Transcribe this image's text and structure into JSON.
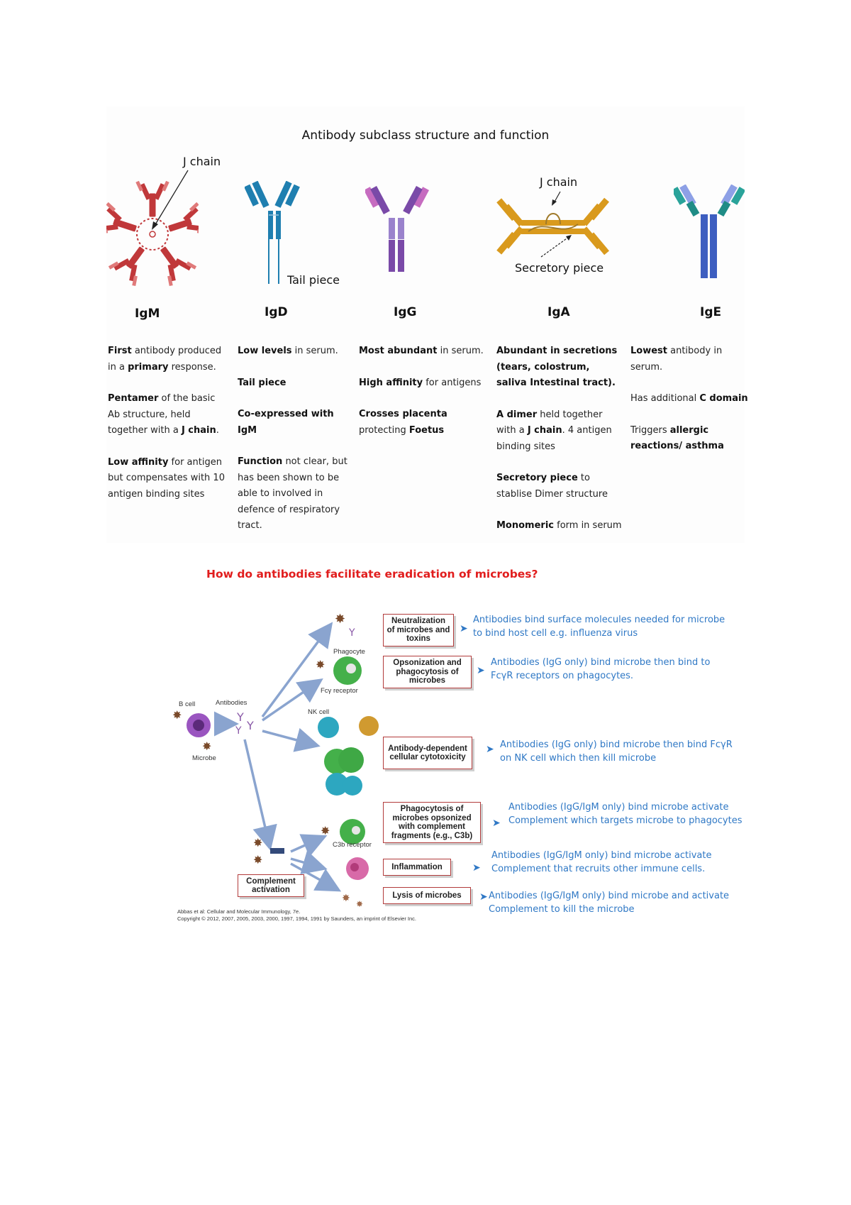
{
  "top": {
    "title": "Antibody subclass structure and function",
    "j_chain_label_igm": "J chain",
    "tail_piece_label": "Tail piece",
    "j_chain_label_iga": "J chain",
    "secretory_piece_label": "Secretory piece",
    "subclasses": [
      {
        "name": "IgM",
        "color": "#c0383a"
      },
      {
        "name": "IgD",
        "color": "#1f7fb0"
      },
      {
        "name": "IgG",
        "color": "#7a4aa8"
      },
      {
        "name": "IgA",
        "color": "#d99a1d"
      },
      {
        "name": "IgE",
        "color": "#3d5ec0"
      }
    ],
    "columns": [
      {
        "name": "igm",
        "paras": [
          [
            {
              "t": "First",
              "b": true
            },
            {
              "t": " antibody produced in a "
            },
            {
              "t": "primary",
              "b": true
            },
            {
              "t": " response."
            }
          ],
          [
            {
              "t": "Pentamer",
              "b": true
            },
            {
              "t": " of the basic Ab structure, held together with a "
            },
            {
              "t": "J chain",
              "b": true
            },
            {
              "t": "."
            }
          ],
          [
            {
              "t": "Low affinity",
              "b": true
            },
            {
              "t": " for antigen but compensates with 10 antigen binding sites"
            }
          ]
        ]
      },
      {
        "name": "igd",
        "paras": [
          [
            {
              "t": "Low levels",
              "b": true
            },
            {
              "t": " in serum."
            }
          ],
          [
            {
              "t": "Tail piece",
              "b": true
            }
          ],
          [
            {
              "t": "Co-expressed with IgM",
              "b": true
            }
          ],
          [
            {
              "t": "Function",
              "b": true
            },
            {
              "t": " not clear, but has been shown to be able to involved in defence of respiratory tract."
            }
          ]
        ]
      },
      {
        "name": "igg",
        "paras": [
          [
            {
              "t": "Most abundant",
              "b": true
            },
            {
              "t": "  in serum."
            }
          ],
          [
            {
              "t": "High affinity",
              "b": true
            },
            {
              "t": "  for antigens"
            }
          ],
          [
            {
              "t": "Crosses placenta",
              "b": true
            },
            {
              "t": " protecting "
            },
            {
              "t": "Foetus",
              "b": true
            }
          ]
        ]
      },
      {
        "name": "iga",
        "paras": [
          [
            {
              "t": "Abundant in secretions (tears, colostrum, saliva Intestinal tract).",
              "b": true
            }
          ],
          [
            {
              "t": "A dimer",
              "b": true
            },
            {
              "t": " held together with a "
            },
            {
              "t": "J chain",
              "b": true
            },
            {
              "t": ". 4 antigen binding sites"
            }
          ],
          [
            {
              "t": "Secretory piece",
              "b": true
            },
            {
              "t": " to stablise Dimer structure"
            }
          ],
          [
            {
              "t": "Monomeric",
              "b": true
            },
            {
              "t": " form in serum"
            }
          ]
        ]
      },
      {
        "name": "ige",
        "paras": [
          [
            {
              "t": "Lowest",
              "b": true
            },
            {
              "t": " antibody in serum."
            }
          ],
          [
            {
              "t": "Has additional "
            },
            {
              "t": "C domain",
              "b": true
            }
          ],
          [
            {
              "t": "Triggers "
            },
            {
              "t": "allergic reactions/ asthma",
              "b": true
            }
          ]
        ]
      }
    ]
  },
  "bottom": {
    "title": "How do antibodies facilitate eradication of microbes?",
    "labels": {
      "b_cell": "B cell",
      "antibodies": "Antibodies",
      "microbe": "Microbe",
      "phagocyte": "Phagocyte",
      "fc_receptor": "Fcγ receptor",
      "nk_cell": "NK cell",
      "c3b_receptor": "C3b receptor"
    },
    "boxes": [
      {
        "name": "neutralization",
        "text": "Neutralization of microbes and toxins"
      },
      {
        "name": "opsonization",
        "text": "Opsonization and phagocytosis of microbes"
      },
      {
        "name": "adcc",
        "text": "Antibody-dependent cellular cytotoxicity"
      },
      {
        "name": "complement-phagocytosis",
        "text": "Phagocytosis of microbes opsonized with complement fragments (e.g., C3b)"
      },
      {
        "name": "inflammation",
        "text": "Inflammation"
      },
      {
        "name": "lysis",
        "text": "Lysis of microbes"
      },
      {
        "name": "complement-activation",
        "text": "Complement activation"
      }
    ],
    "notes": [
      "Antibodies bind surface molecules needed for microbe to bind host cell e.g. influenza virus",
      "Antibodies (IgG only) bind microbe then bind to FcγR receptors on phagocytes.",
      "Antibodies (IgG only) bind microbe then bind FcγR on NK cell which then kill microbe",
      "Antibodies (IgG/IgM only) bind microbe activate Complement which targets microbe to phagocytes",
      "Antibodies (IgG/IgM only) bind microbe activate Complement that recruits other immune cells.",
      "Antibodies (IgG/IgM only) bind microbe and activate Complement to kill the microbe"
    ],
    "citation_line1": "Abbas et al: Cellular and Molecular Immunology, 7e.",
    "citation_line2": "Copyright © 2012, 2007, 2005, 2003, 2000, 1997, 1994, 1991 by Saunders, an imprint of Elsevier Inc.",
    "colors": {
      "title": "#e11d1d",
      "note": "#2f78c5",
      "arrow": "#8aa4cf",
      "box_border": "#b23b3b"
    }
  }
}
